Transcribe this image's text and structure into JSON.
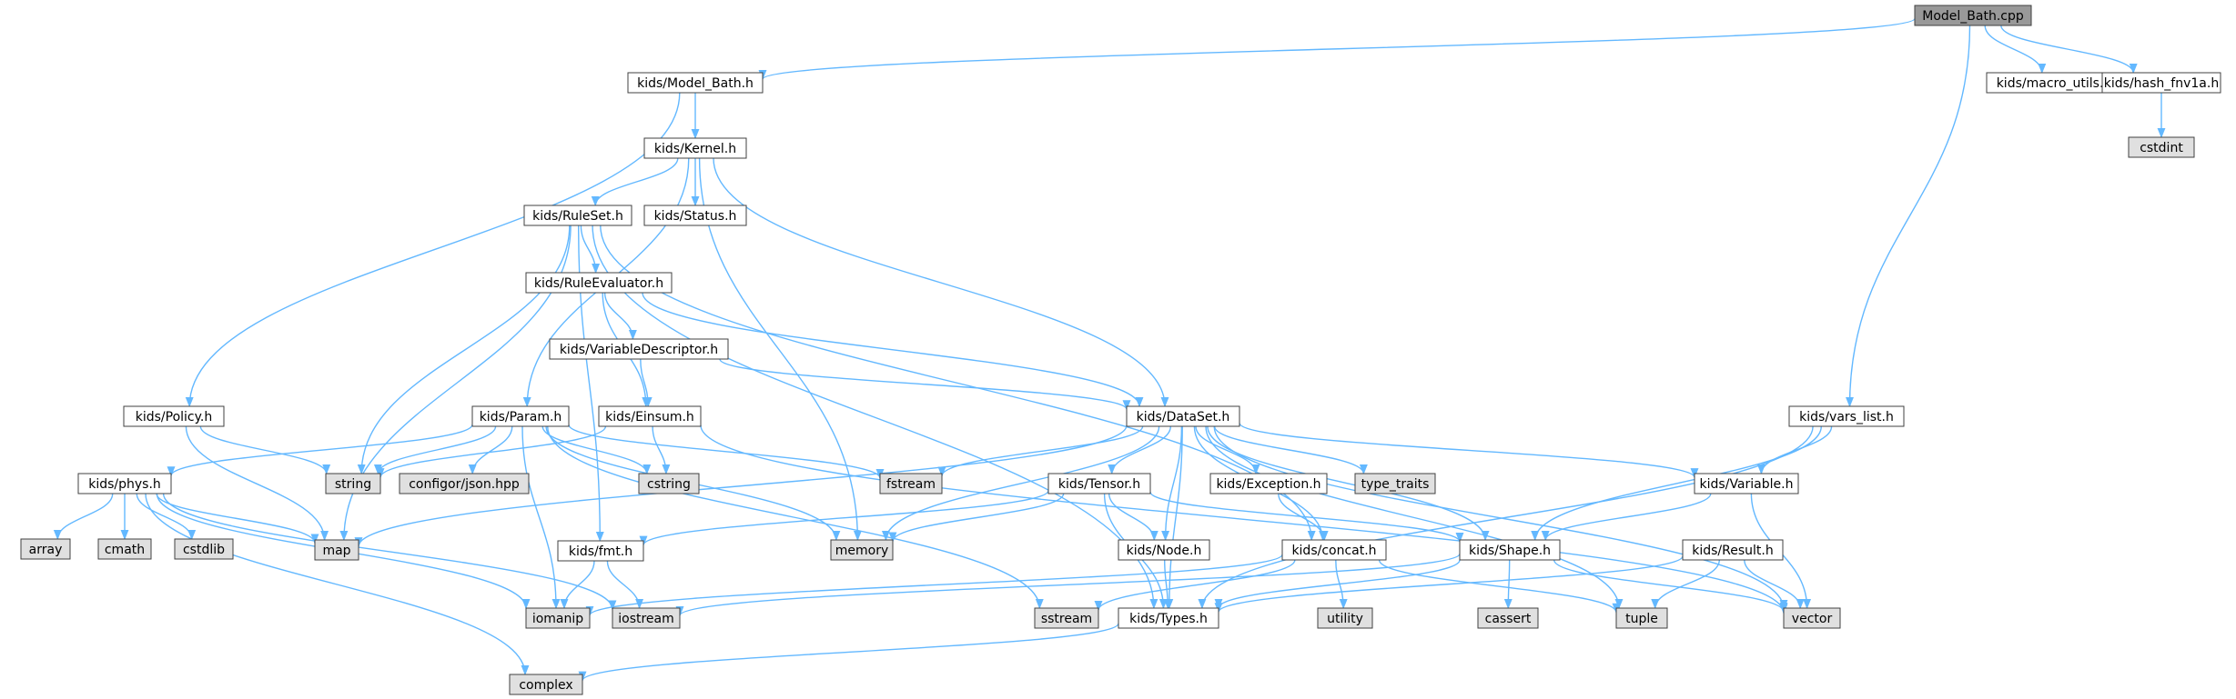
{
  "colors": {
    "edge": "#63b8ff",
    "root_fill": "#999999",
    "file_fill": "#ffffff",
    "system_fill": "#e0e0e0",
    "border": "#404040"
  },
  "nodes": [
    {
      "id": "model_bath_cpp",
      "label": "Model_Bath.cpp",
      "kind": "root"
    },
    {
      "id": "model_bath_h",
      "label": "kids/Model_Bath.h",
      "kind": "file"
    },
    {
      "id": "macro_utils_h",
      "label": "kids/macro_utils.h",
      "kind": "file"
    },
    {
      "id": "hash_fnv1a_h",
      "label": "kids/hash_fnv1a.h",
      "kind": "file"
    },
    {
      "id": "cstdint",
      "label": "cstdint",
      "kind": "system"
    },
    {
      "id": "kernel_h",
      "label": "kids/Kernel.h",
      "kind": "file"
    },
    {
      "id": "ruleset_h",
      "label": "kids/RuleSet.h",
      "kind": "file"
    },
    {
      "id": "status_h",
      "label": "kids/Status.h",
      "kind": "file"
    },
    {
      "id": "ruleevaluator_h",
      "label": "kids/RuleEvaluator.h",
      "kind": "file"
    },
    {
      "id": "variabledescriptor_h",
      "label": "kids/VariableDescriptor.h",
      "kind": "file"
    },
    {
      "id": "policy_h",
      "label": "kids/Policy.h",
      "kind": "file"
    },
    {
      "id": "param_h",
      "label": "kids/Param.h",
      "kind": "file"
    },
    {
      "id": "einsum_h",
      "label": "kids/Einsum.h",
      "kind": "file"
    },
    {
      "id": "dataset_h",
      "label": "kids/DataSet.h",
      "kind": "file"
    },
    {
      "id": "vars_list_h",
      "label": "kids/vars_list.h",
      "kind": "file"
    },
    {
      "id": "phys_h",
      "label": "kids/phys.h",
      "kind": "file"
    },
    {
      "id": "string",
      "label": "string",
      "kind": "system"
    },
    {
      "id": "json_hpp",
      "label": "configor/json.hpp",
      "kind": "system"
    },
    {
      "id": "cstring",
      "label": "cstring",
      "kind": "system"
    },
    {
      "id": "fstream",
      "label": "fstream",
      "kind": "system"
    },
    {
      "id": "tensor_h",
      "label": "kids/Tensor.h",
      "kind": "file"
    },
    {
      "id": "exception_h",
      "label": "kids/Exception.h",
      "kind": "file"
    },
    {
      "id": "type_traits",
      "label": "type_traits",
      "kind": "system"
    },
    {
      "id": "variable_h",
      "label": "kids/Variable.h",
      "kind": "file"
    },
    {
      "id": "array",
      "label": "array",
      "kind": "system"
    },
    {
      "id": "cmath",
      "label": "cmath",
      "kind": "system"
    },
    {
      "id": "cstdlib",
      "label": "cstdlib",
      "kind": "system"
    },
    {
      "id": "map",
      "label": "map",
      "kind": "system"
    },
    {
      "id": "memory",
      "label": "memory",
      "kind": "system"
    },
    {
      "id": "node_h",
      "label": "kids/Node.h",
      "kind": "file"
    },
    {
      "id": "concat_h",
      "label": "kids/concat.h",
      "kind": "file"
    },
    {
      "id": "shape_h",
      "label": "kids/Shape.h",
      "kind": "file"
    },
    {
      "id": "result_h",
      "label": "kids/Result.h",
      "kind": "file"
    },
    {
      "id": "fmt_h",
      "label": "kids/fmt.h",
      "kind": "file"
    },
    {
      "id": "iomanip",
      "label": "iomanip",
      "kind": "system"
    },
    {
      "id": "iostream",
      "label": "iostream",
      "kind": "system"
    },
    {
      "id": "sstream",
      "label": "sstream",
      "kind": "system"
    },
    {
      "id": "types_h",
      "label": "kids/Types.h",
      "kind": "file"
    },
    {
      "id": "utility",
      "label": "utility",
      "kind": "system"
    },
    {
      "id": "cassert",
      "label": "cassert",
      "kind": "system"
    },
    {
      "id": "tuple",
      "label": "tuple",
      "kind": "system"
    },
    {
      "id": "vector",
      "label": "vector",
      "kind": "system"
    },
    {
      "id": "complex",
      "label": "complex",
      "kind": "system"
    }
  ],
  "edges": [
    [
      "model_bath_cpp",
      "model_bath_h"
    ],
    [
      "model_bath_cpp",
      "macro_utils_h"
    ],
    [
      "model_bath_cpp",
      "hash_fnv1a_h"
    ],
    [
      "model_bath_cpp",
      "vars_list_h"
    ],
    [
      "hash_fnv1a_h",
      "cstdint"
    ],
    [
      "model_bath_h",
      "kernel_h"
    ],
    [
      "model_bath_h",
      "policy_h"
    ],
    [
      "kernel_h",
      "ruleset_h"
    ],
    [
      "kernel_h",
      "status_h"
    ],
    [
      "kernel_h",
      "param_h"
    ],
    [
      "kernel_h",
      "dataset_h"
    ],
    [
      "kernel_h",
      "memory"
    ],
    [
      "ruleset_h",
      "ruleevaluator_h"
    ],
    [
      "ruleset_h",
      "string"
    ],
    [
      "ruleset_h",
      "map"
    ],
    [
      "ruleset_h",
      "fmt_h"
    ],
    [
      "ruleset_h",
      "concat_h"
    ],
    [
      "ruleset_h",
      "types_h"
    ],
    [
      "ruleevaluator_h",
      "variabledescriptor_h"
    ],
    [
      "ruleevaluator_h",
      "einsum_h"
    ],
    [
      "ruleevaluator_h",
      "dataset_h"
    ],
    [
      "variabledescriptor_h",
      "einsum_h"
    ],
    [
      "variabledescriptor_h",
      "dataset_h"
    ],
    [
      "policy_h",
      "string"
    ],
    [
      "policy_h",
      "map"
    ],
    [
      "param_h",
      "phys_h"
    ],
    [
      "param_h",
      "string"
    ],
    [
      "param_h",
      "json_hpp"
    ],
    [
      "param_h",
      "cstring"
    ],
    [
      "param_h",
      "fstream"
    ],
    [
      "param_h",
      "memory"
    ],
    [
      "param_h",
      "iomanip"
    ],
    [
      "param_h",
      "sstream"
    ],
    [
      "einsum_h",
      "string"
    ],
    [
      "einsum_h",
      "cstring"
    ],
    [
      "einsum_h",
      "vector"
    ],
    [
      "dataset_h",
      "fstream"
    ],
    [
      "dataset_h",
      "tensor_h"
    ],
    [
      "dataset_h",
      "exception_h"
    ],
    [
      "dataset_h",
      "type_traits"
    ],
    [
      "dataset_h",
      "variable_h"
    ],
    [
      "dataset_h",
      "node_h"
    ],
    [
      "dataset_h",
      "concat_h"
    ],
    [
      "dataset_h",
      "shape_h"
    ],
    [
      "dataset_h",
      "map"
    ],
    [
      "dataset_h",
      "memory"
    ],
    [
      "dataset_h",
      "types_h"
    ],
    [
      "dataset_h",
      "tuple"
    ],
    [
      "dataset_h",
      "vector"
    ],
    [
      "vars_list_h",
      "variable_h"
    ],
    [
      "vars_list_h",
      "shape_h"
    ],
    [
      "vars_list_h",
      "types_h"
    ],
    [
      "phys_h",
      "array"
    ],
    [
      "phys_h",
      "cmath"
    ],
    [
      "phys_h",
      "cstdlib"
    ],
    [
      "phys_h",
      "map"
    ],
    [
      "phys_h",
      "iomanip"
    ],
    [
      "phys_h",
      "iostream"
    ],
    [
      "phys_h",
      "complex"
    ],
    [
      "tensor_h",
      "node_h"
    ],
    [
      "tensor_h",
      "shape_h"
    ],
    [
      "tensor_h",
      "memory"
    ],
    [
      "tensor_h",
      "fmt_h"
    ],
    [
      "tensor_h",
      "types_h"
    ],
    [
      "exception_h",
      "concat_h"
    ],
    [
      "variable_h",
      "shape_h"
    ],
    [
      "variable_h",
      "vector"
    ],
    [
      "node_h",
      "types_h"
    ],
    [
      "concat_h",
      "iomanip"
    ],
    [
      "concat_h",
      "sstream"
    ],
    [
      "concat_h",
      "utility"
    ],
    [
      "concat_h",
      "tuple"
    ],
    [
      "shape_h",
      "iostream"
    ],
    [
      "shape_h",
      "types_h"
    ],
    [
      "shape_h",
      "cassert"
    ],
    [
      "shape_h",
      "vector"
    ],
    [
      "result_h",
      "types_h"
    ],
    [
      "result_h",
      "tuple"
    ],
    [
      "result_h",
      "vector"
    ],
    [
      "fmt_h",
      "iomanip"
    ],
    [
      "fmt_h",
      "iostream"
    ],
    [
      "types_h",
      "complex"
    ]
  ]
}
